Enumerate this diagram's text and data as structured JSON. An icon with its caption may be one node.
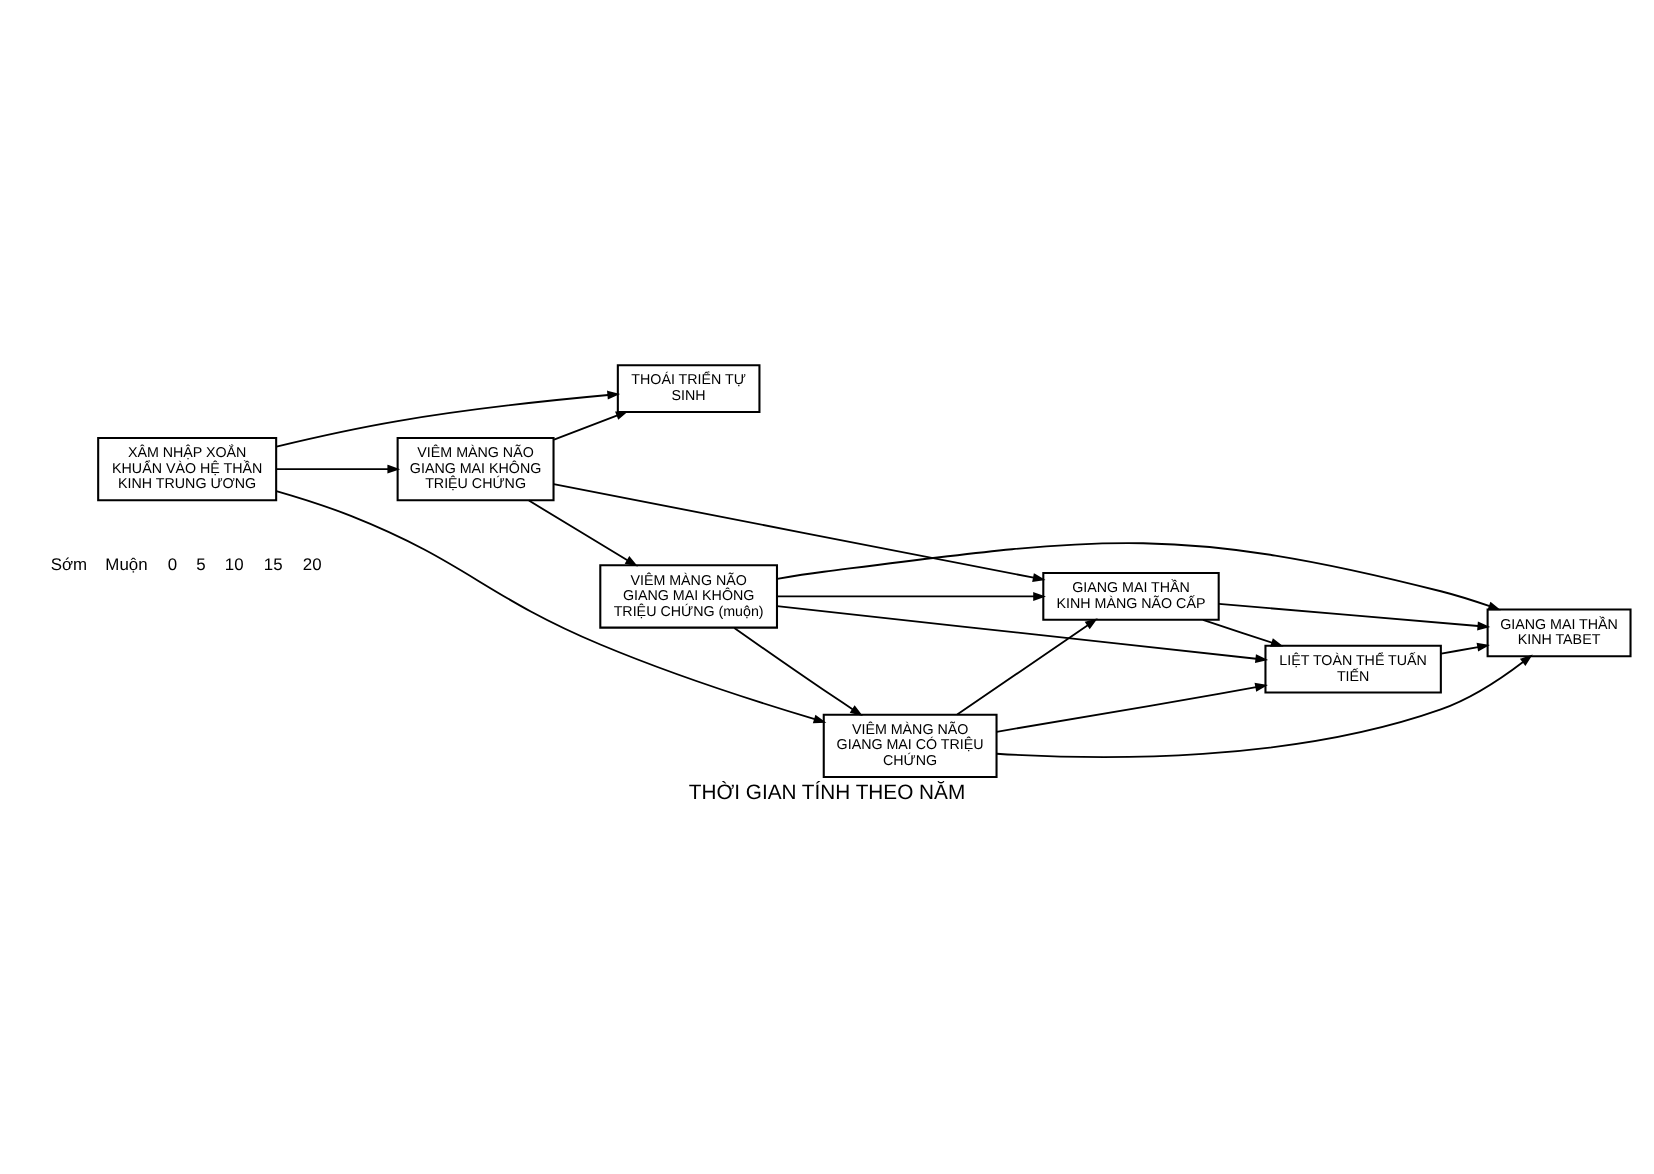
{
  "diagram": {
    "caption": "THỜI GIAN TÍNH THEO NĂM",
    "nodes": [
      {
        "text": [
          "XÂM NHẬP XOẮN KHUẨN VÀO HỆ THẦN KINH TRUNG ƯƠNG"
        ]
      },
      {
        "text": [
          "THOÁI TRIỂN TỰ SINH"
        ]
      },
      {
        "text": [
          "VIÊM MÀNG NÃO GIANG MAI KHÔNG TRIỆU CHỨNG"
        ]
      },
      {
        "text": [
          "VIÊM MÀNG NÃO GIANG MAI KHÔNG TRIỆU CHỨNG (muộn)"
        ]
      },
      {
        "text": [
          "GIANG MAI THẦN KINH MÀNG NÃO CẤP"
        ]
      },
      {
        "text": [
          "LIỆT TOÀN THỂ TUẤN TIẾN"
        ]
      },
      {
        "text": [
          "VIÊM MÀNG NÃO GIANG MAI CÓ TRIỆU CHỨNG"
        ]
      },
      {
        "text": [
          "GIANG MAI THẦN KINH TABET"
        ]
      }
    ],
    "edges": [
      {
        "from": 0,
        "to": 1,
        "arrow": "to"
      },
      {
        "from": 0,
        "to": 2,
        "arrow": "to"
      },
      {
        "from": 0,
        "to": 6,
        "arrow": "to"
      },
      {
        "from": 2,
        "to": 1,
        "arrow": "to"
      },
      {
        "from": 2,
        "to": 3,
        "arrow": "to"
      },
      {
        "from": 2,
        "to": 4,
        "arrow": "to"
      },
      {
        "from": 3,
        "to": 4,
        "arrow": "to"
      },
      {
        "from": 3,
        "to": 6,
        "arrow": "to"
      },
      {
        "from": 3,
        "to": 5,
        "arrow": "to"
      },
      {
        "from": 3,
        "to": 7,
        "arrow": "to"
      },
      {
        "from": 4,
        "to": 5,
        "arrow": "to"
      },
      {
        "from": 4,
        "to": 7,
        "arrow": "to"
      },
      {
        "from": 6,
        "to": 4,
        "arrow": "to"
      },
      {
        "from": 6,
        "to": 7,
        "arrow": "to"
      },
      {
        "from": 6,
        "to": 5,
        "arrow": "to"
      },
      {
        "from": 5,
        "to": 7,
        "arrow": "to"
      }
    ],
    "labels": [
      "Sớm",
      "Muộn",
      "0",
      "5",
      "10",
      "15",
      "20"
    ]
  }
}
